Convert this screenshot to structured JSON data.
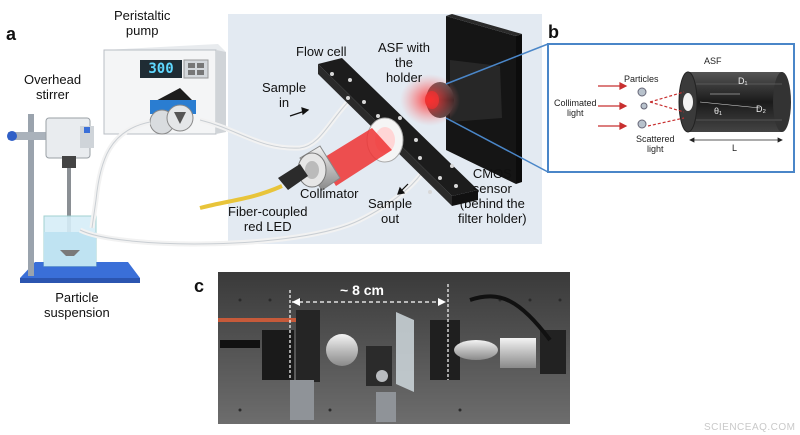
{
  "panels": {
    "a": "a",
    "b": "b",
    "c": "c"
  },
  "labels": {
    "pump": [
      "Peristaltic",
      "pump"
    ],
    "pump_display": "300",
    "stirrer": [
      "Overhead",
      "stirrer"
    ],
    "suspension": [
      "Particle",
      "suspension"
    ],
    "flow_cell": "Flow cell",
    "sample_in": [
      "Sample",
      "in"
    ],
    "asf_holder": [
      "ASF with",
      "the",
      "holder"
    ],
    "collimator": "Collimator",
    "led": [
      "Fiber-coupled",
      "red LED"
    ],
    "sample_out": [
      "Sample",
      "out"
    ],
    "cmos": [
      "CMOS",
      "sensor",
      "(behind the",
      "filter holder)"
    ]
  },
  "inset": {
    "asf": "ASF",
    "particles": "Particles",
    "collimated": [
      "Collimated",
      "light"
    ],
    "scattered": [
      "Scattered",
      "light"
    ],
    "d1": "D₁",
    "d2": "D₂",
    "theta": "θ₁",
    "length": "L"
  },
  "photo": {
    "distance": "~ 8 cm"
  },
  "watermark": "SCIENCEAQ.COM",
  "colors": {
    "inset_border": "#4a86c8",
    "stage_bg": "#e3eaf2",
    "beam": "#e33",
    "fiber": "#e8c43a",
    "blue_base": "#3a6fd8"
  }
}
